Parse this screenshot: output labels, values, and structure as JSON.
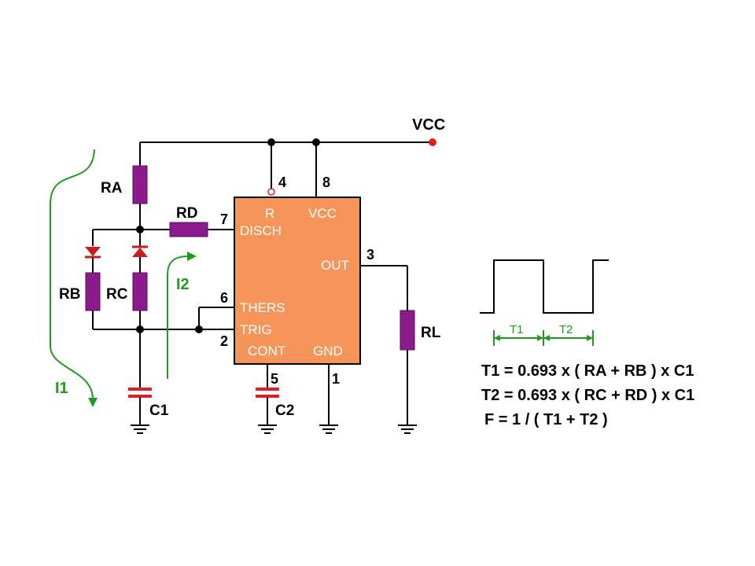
{
  "labels": {
    "vcc_supply": "VCC",
    "ra": "RA",
    "rb": "RB",
    "rc": "RC",
    "rd": "RD",
    "rl": "RL",
    "c1": "C1",
    "c2": "C2",
    "i1": "I1",
    "i2": "I2"
  },
  "chip": {
    "r": "R",
    "vcc": "VCC",
    "disch": "DISCH",
    "out": "OUT",
    "thers": "THERS",
    "trig": "TRIG",
    "cont": "CONT",
    "gnd": "GND"
  },
  "pins": {
    "p4": "4",
    "p8": "8",
    "p7": "7",
    "p3": "3",
    "p6": "6",
    "p2": "2",
    "p5": "5",
    "p1": "1"
  },
  "waveform": {
    "t1": "T1",
    "t2": "T2"
  },
  "equations": {
    "t1": "T1 = 0.693 x ( RA + RB ) x C1",
    "t2": "T2 = 0.693 x ( RC + RD ) x C1",
    "f": "F = 1 / ( T1 + T2 )"
  },
  "colors": {
    "chip_fill": "#f5955a",
    "resistor": "#8b1a8b",
    "capacitor": "#e02020",
    "current_arrow": "#1e9a1e",
    "vcc_dot": "#e02020"
  }
}
